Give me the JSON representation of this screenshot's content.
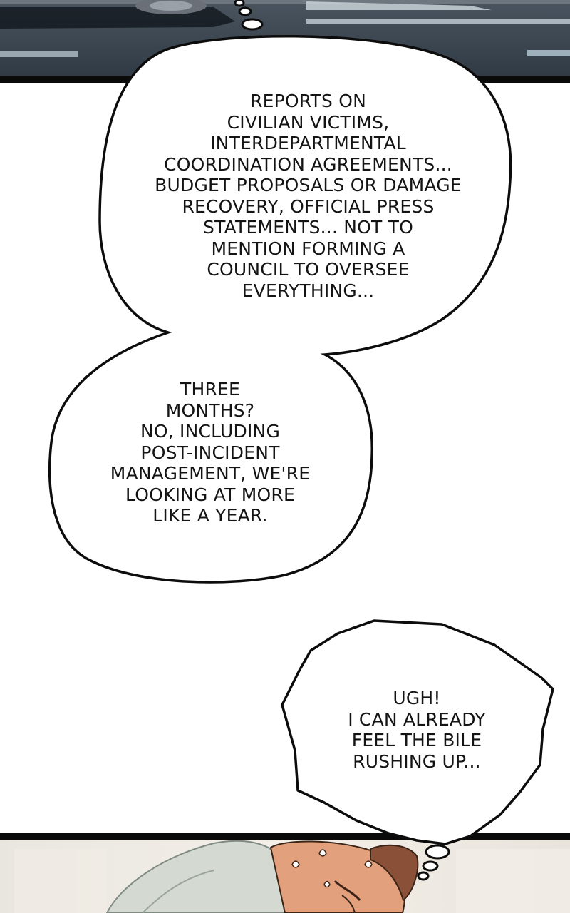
{
  "panels": {
    "top": {
      "scene": "street-at-dusk"
    },
    "bottom": {
      "scene": "character-sweating-head-down"
    }
  },
  "colors": {
    "bubble_fill": "#ffffff",
    "bubble_outline": "#0c0c0c",
    "panel_border": "#0a0a0a",
    "road": "#3a4450",
    "skin": "#e6a07a",
    "hair": "#8a5138",
    "shirt": "#d8ddd6"
  },
  "bubbles": {
    "top": {
      "lines": [
        "REPORTS ON",
        "CIVILIAN VICTIMS,",
        "INTERDEPARTMENTAL",
        "COORDINATION AGREEMENTS...",
        "BUDGET PROPOSALS OR DAMAGE",
        "RECOVERY, OFFICIAL PRESS",
        "STATEMENTS... NOT TO",
        "MENTION FORMING A",
        "COUNCIL TO OVERSEE",
        "EVERYTHING..."
      ]
    },
    "middle": {
      "lines": [
        "THREE",
        "MONTHS?",
        "NO, INCLUDING",
        "POST-INCIDENT",
        "MANAGEMENT, WE'RE",
        "LOOKING AT MORE",
        "LIKE A YEAR."
      ]
    },
    "bottom": {
      "lines": [
        "UGH!",
        "I CAN ALREADY",
        "FEEL THE BILE",
        "RUSHING UP..."
      ]
    }
  }
}
